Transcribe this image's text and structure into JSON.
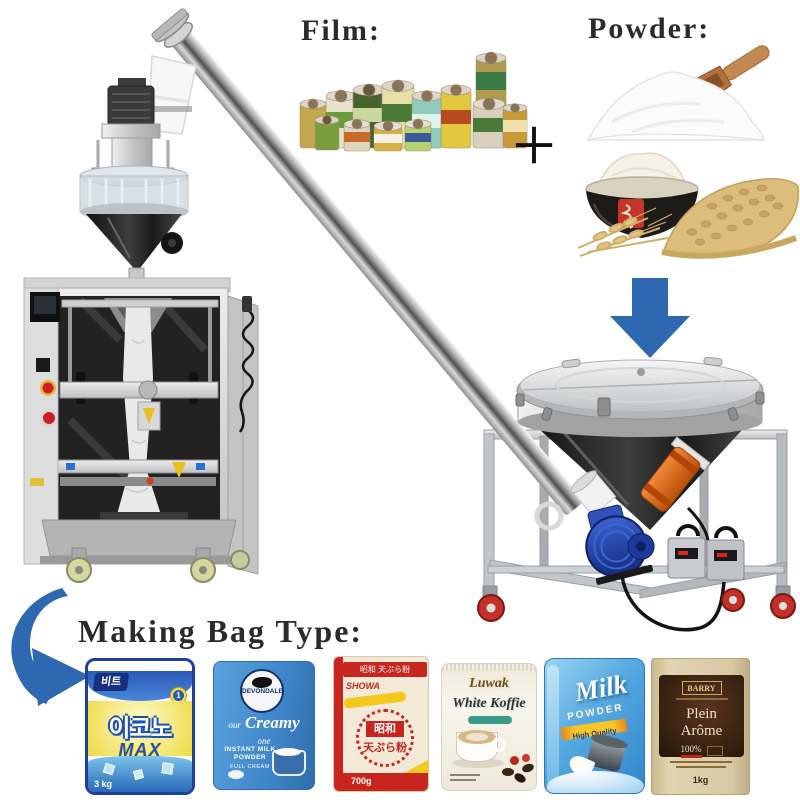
{
  "annotations": {
    "film_label": "Film:",
    "powder_label": "Powder:",
    "plus_sign": "+",
    "making_bag_type_label": "Making Bag Type:"
  },
  "colors": {
    "arrow_blue": "#2d68b0",
    "label_text": "#2b2b2b",
    "vibrator_orange": "#e2621a",
    "motor_blue": "#2b55b4",
    "caster_red": "#c23028"
  },
  "bags": [
    {
      "name": "korean-detergent-bag",
      "brand": "비트",
      "badge": "1",
      "title": "이코노",
      "subtitle": "MAX",
      "weight": "3 kg"
    },
    {
      "name": "devondale-creamy-milk-bag",
      "brand": "DEVONDALE",
      "tag1": "our",
      "tag2": "Creamy",
      "tag3": "one",
      "line1": "INSTANT MILK",
      "line2": "POWDER",
      "line3": "FULL CREAM"
    },
    {
      "name": "showa-tempura-flour-bag",
      "top_band": "昭和 天ぷら粉",
      "brand": "SHOWA",
      "title": "昭和",
      "subtitle": "天ぷら粉",
      "weight": "700g"
    },
    {
      "name": "luwak-white-koffie-bag",
      "brand": "Luwak",
      "title": "White Koffie"
    },
    {
      "name": "milk-powder-bag",
      "title": "Milk",
      "subtitle": "POWDER",
      "ribbon": "High Quality"
    },
    {
      "name": "plein-arome-cocoa-bag",
      "brand": "BARRY",
      "title": "Plein",
      "title2": "Arôme",
      "badge": "100%",
      "weight": "1kg"
    }
  ]
}
